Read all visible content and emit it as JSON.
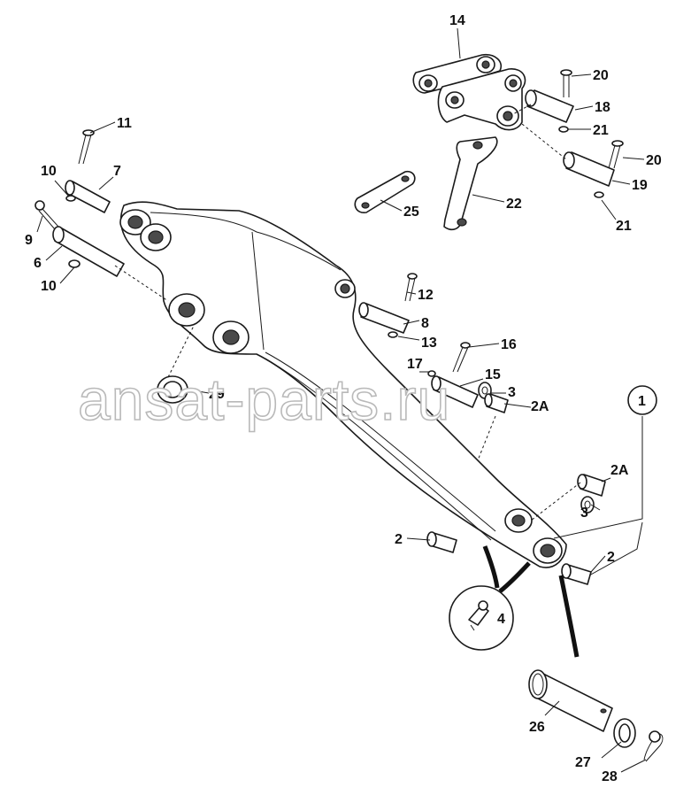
{
  "watermark": "ansat-parts.ru",
  "callouts": [
    {
      "id": "c14",
      "text": "14"
    },
    {
      "id": "c20a",
      "text": "20"
    },
    {
      "id": "c18",
      "text": "18"
    },
    {
      "id": "c21a",
      "text": "21"
    },
    {
      "id": "c20b",
      "text": "20"
    },
    {
      "id": "c19",
      "text": "19"
    },
    {
      "id": "c21b",
      "text": "21"
    },
    {
      "id": "c22",
      "text": "22"
    },
    {
      "id": "c25",
      "text": "25"
    },
    {
      "id": "c11",
      "text": "11"
    },
    {
      "id": "c10a",
      "text": "10"
    },
    {
      "id": "c7",
      "text": "7"
    },
    {
      "id": "c9",
      "text": "9"
    },
    {
      "id": "c6",
      "text": "6"
    },
    {
      "id": "c10b",
      "text": "10"
    },
    {
      "id": "c12",
      "text": "12"
    },
    {
      "id": "c8",
      "text": "8"
    },
    {
      "id": "c13",
      "text": "13"
    },
    {
      "id": "c16",
      "text": "16"
    },
    {
      "id": "c17",
      "text": "17"
    },
    {
      "id": "c15",
      "text": "15"
    },
    {
      "id": "c3a",
      "text": "3"
    },
    {
      "id": "c2Aa",
      "text": "2A"
    },
    {
      "id": "c29",
      "text": "29"
    },
    {
      "id": "c1",
      "text": "1"
    },
    {
      "id": "c2Ab",
      "text": "2A"
    },
    {
      "id": "c3b",
      "text": "3"
    },
    {
      "id": "c2a",
      "text": "2"
    },
    {
      "id": "c2b",
      "text": "2"
    },
    {
      "id": "c4",
      "text": "4"
    },
    {
      "id": "c26",
      "text": "26"
    },
    {
      "id": "c27",
      "text": "27"
    },
    {
      "id": "c28",
      "text": "28"
    }
  ]
}
